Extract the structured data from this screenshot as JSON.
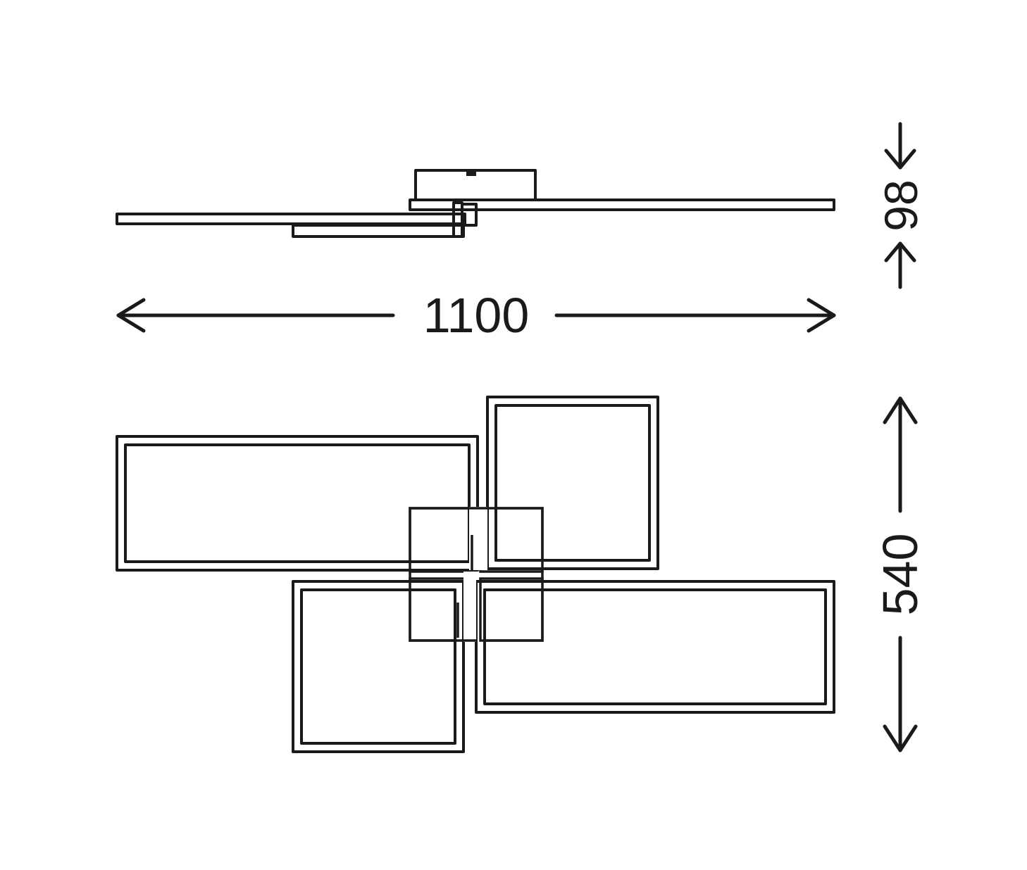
{
  "dimensions": {
    "width": "1100",
    "height_side": "98",
    "depth_top": "540"
  }
}
